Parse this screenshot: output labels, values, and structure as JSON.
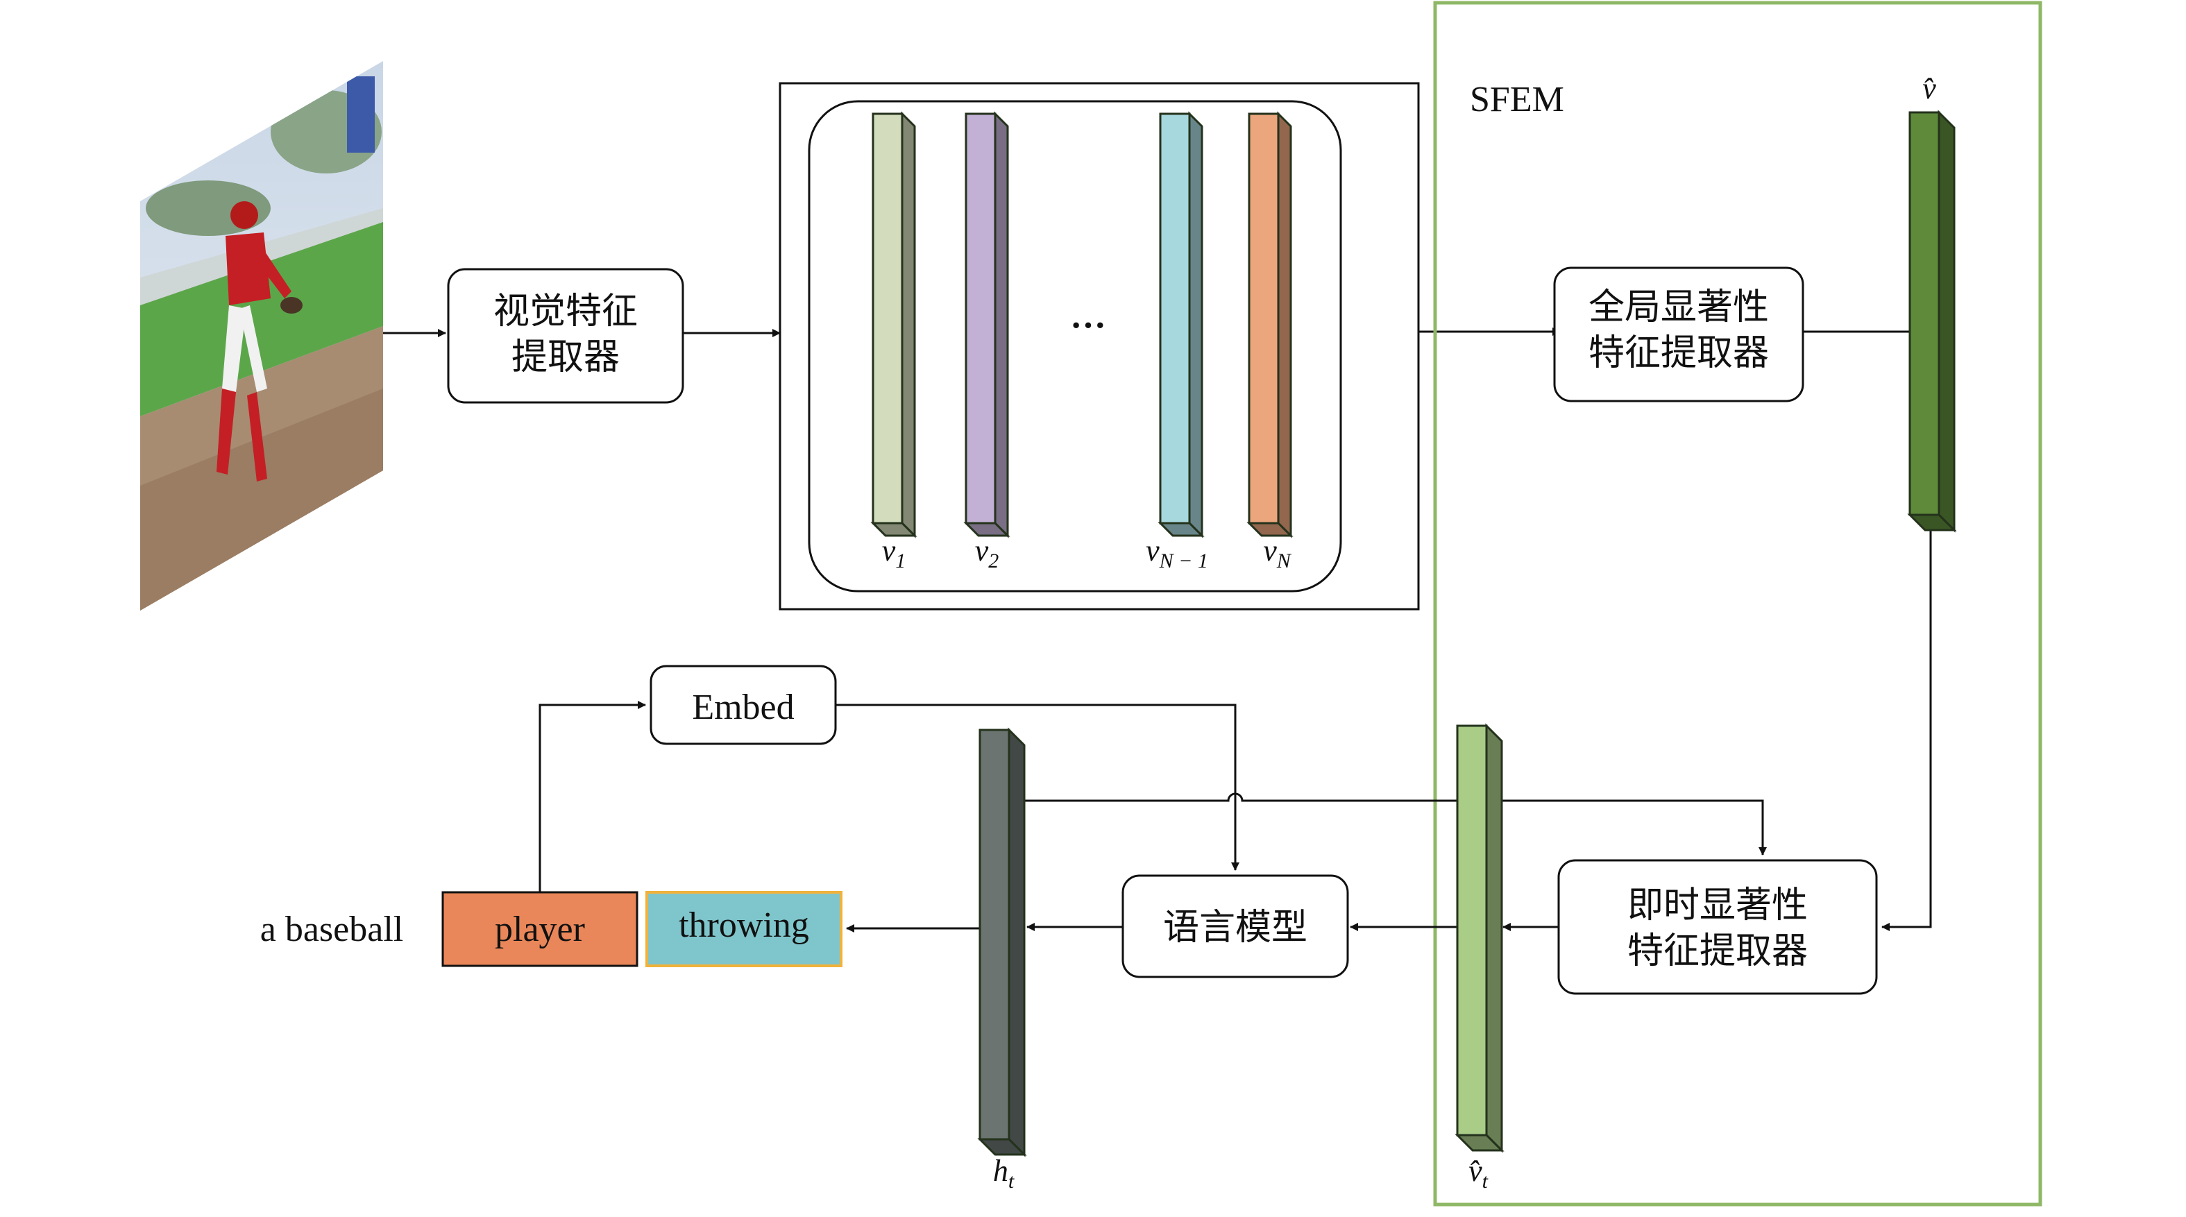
{
  "module_label": "SFEM",
  "boxes": {
    "visual_extractor": [
      "视觉特征",
      "提取器"
    ],
    "global_salient": [
      "全局显著性",
      "特征提取器"
    ],
    "instant_salient": [
      "即时显著性",
      "特征提取器"
    ],
    "language_model": "语言模型",
    "embed": "Embed"
  },
  "features": {
    "v1": {
      "base": "v",
      "sub": "1"
    },
    "v2": {
      "base": "v",
      "sub": "2"
    },
    "ellipsis": "···",
    "vN1": {
      "base": "v",
      "sub": "N − 1"
    },
    "vN": {
      "base": "v",
      "sub": "N"
    },
    "v_hat": "v̂",
    "vt_hat": {
      "base": "v̂",
      "sub": "t"
    },
    "ht": {
      "base": "h",
      "sub": "t"
    }
  },
  "caption": {
    "prefix": "a baseball",
    "word1": "player",
    "word2": "throwing"
  },
  "colors": {
    "v1": "#d3dcbd",
    "v2": "#c3b1d5",
    "vN1": "#a7d8de",
    "vN": "#eca67d",
    "v_hat": "#5e8a3a",
    "vt_hat": "#a9cc87",
    "ht": "#6b7471",
    "sfem_border": "#8fb866",
    "player_bg": "#e9875a",
    "throwing_bg": "#7fc5cc",
    "throwing_border": "#f0b23a"
  }
}
